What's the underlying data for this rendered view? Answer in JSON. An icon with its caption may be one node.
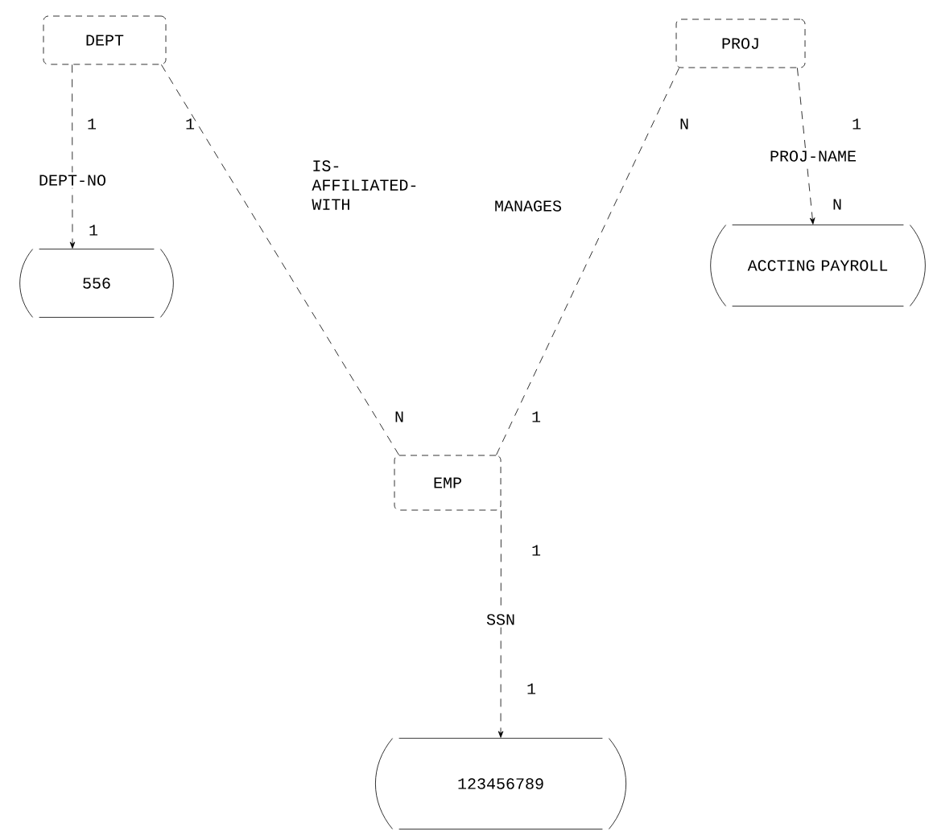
{
  "diagram": {
    "nodes": [
      {
        "text": [
          "DEPT"
        ]
      },
      {
        "text": [
          "PROJ"
        ]
      },
      {
        "text": [
          "556"
        ]
      },
      {
        "text": [
          "ACCTING PAYROLL"
        ]
      },
      {
        "text": [
          "EMP"
        ]
      },
      {
        "text": [
          "123456789"
        ]
      }
    ],
    "edges": [
      {
        "from": 0,
        "to": 2,
        "arrow": "to",
        "label": "DEPT-NO",
        "style": "dashed"
      },
      {
        "from": 0,
        "to": 4,
        "arrow": "none",
        "label": "IS- AFFILIATED- WITH",
        "style": "dashed"
      },
      {
        "from": 1,
        "to": 4,
        "arrow": "none",
        "label": "MANAGES",
        "style": "dashed"
      },
      {
        "from": 1,
        "to": 3,
        "arrow": "to",
        "label": "PROJ-NAME",
        "style": "dashed"
      },
      {
        "from": 4,
        "to": 5,
        "arrow": "to",
        "label": "SSN",
        "style": "dashed"
      }
    ],
    "labels": [
      "1",
      "1",
      "N",
      "1",
      "N",
      "1",
      "N",
      "1",
      "1",
      "1"
    ]
  }
}
